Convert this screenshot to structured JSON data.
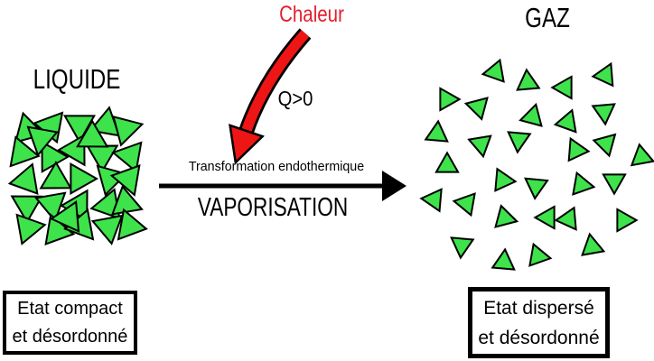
{
  "diagram": {
    "liquid_title": "LIQUIDE",
    "gas_title": "GAZ",
    "heat_label": "Chaleur",
    "heat_quantity": "Q>0",
    "transformation_label": "Transformation endothermique",
    "process_label": "VAPORISATION",
    "liquid_state_box": {
      "line1": "Etat compact",
      "line2": "et désordonné"
    },
    "gas_state_box": {
      "line1": "Etat dispersé",
      "line2": "et désordonné"
    }
  },
  "colors": {
    "particle_green": "#3ee24b",
    "heat_red": "#ee1515",
    "heat_text_red": "#e31e2a",
    "ink_black": "#000000",
    "background": "#ffffff"
  },
  "particles": {
    "liquid_size": 1.55,
    "gas_size": 1.15,
    "liquid": [
      [
        30,
        142,
        -15
      ],
      [
        58,
        138,
        40
      ],
      [
        88,
        140,
        180
      ],
      [
        118,
        136,
        10
      ],
      [
        141,
        142,
        75
      ],
      [
        26,
        170,
        100
      ],
      [
        55,
        172,
        -30
      ],
      [
        85,
        168,
        150
      ],
      [
        115,
        170,
        60
      ],
      [
        142,
        172,
        -80
      ],
      [
        30,
        198,
        20
      ],
      [
        60,
        200,
        -120
      ],
      [
        90,
        198,
        90
      ],
      [
        120,
        196,
        -45
      ],
      [
        143,
        200,
        160
      ],
      [
        28,
        226,
        -60
      ],
      [
        58,
        228,
        170
      ],
      [
        88,
        226,
        30
      ],
      [
        118,
        228,
        -100
      ],
      [
        141,
        226,
        110
      ],
      [
        33,
        252,
        80
      ],
      [
        62,
        254,
        -20
      ],
      [
        92,
        252,
        140
      ],
      [
        122,
        250,
        50
      ],
      [
        142,
        252,
        -140
      ],
      [
        45,
        155,
        -170
      ],
      [
        104,
        154,
        120
      ],
      [
        74,
        241,
        -95
      ]
    ],
    "gas": [
      [
        547,
        80,
        -100
      ],
      [
        584,
        90,
        -5
      ],
      [
        624,
        97,
        -90
      ],
      [
        671,
        82,
        25
      ],
      [
        496,
        110,
        90
      ],
      [
        528,
        118,
        -75
      ],
      [
        590,
        128,
        15
      ],
      [
        629,
        134,
        20
      ],
      [
        669,
        125,
        175
      ],
      [
        484,
        147,
        5
      ],
      [
        531,
        159,
        -70
      ],
      [
        574,
        156,
        185
      ],
      [
        637,
        165,
        -25
      ],
      [
        672,
        158,
        45
      ],
      [
        709,
        175,
        -130
      ],
      [
        495,
        182,
        0
      ],
      [
        558,
        200,
        95
      ],
      [
        592,
        205,
        -55
      ],
      [
        645,
        205,
        100
      ],
      [
        680,
        202,
        180
      ],
      [
        479,
        221,
        -85
      ],
      [
        515,
        225,
        -80
      ],
      [
        560,
        242,
        105
      ],
      [
        605,
        241,
        -90
      ],
      [
        628,
        243,
        -95
      ],
      [
        692,
        244,
        90
      ],
      [
        511,
        273,
        185
      ],
      [
        558,
        289,
        5
      ],
      [
        597,
        284,
        100
      ],
      [
        655,
        272,
        -10
      ]
    ]
  }
}
